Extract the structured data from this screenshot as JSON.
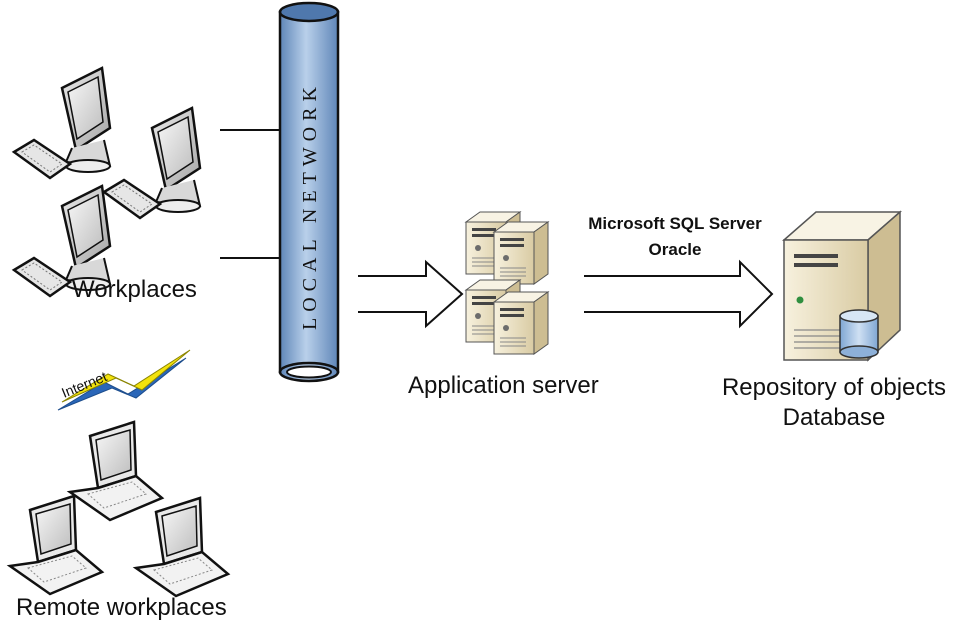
{
  "labels": {
    "workplaces": "Workplaces",
    "local_network": "LOCAL NETWORK",
    "internet": "Internet",
    "remote_workplaces": "Remote workplaces",
    "application_server": "Application server",
    "db_engine_1": "Microsoft SQL Server",
    "db_engine_2": "Oracle",
    "repository_line1": "Repository of objects",
    "repository_line2": "Database"
  },
  "colors": {
    "pipe": "#8aabd0",
    "server_body": "#efe6cc",
    "db_cylinder": "#a9c6e6",
    "lightning": "#f2e20c",
    "lightning_shadow": "#2a66b8"
  }
}
